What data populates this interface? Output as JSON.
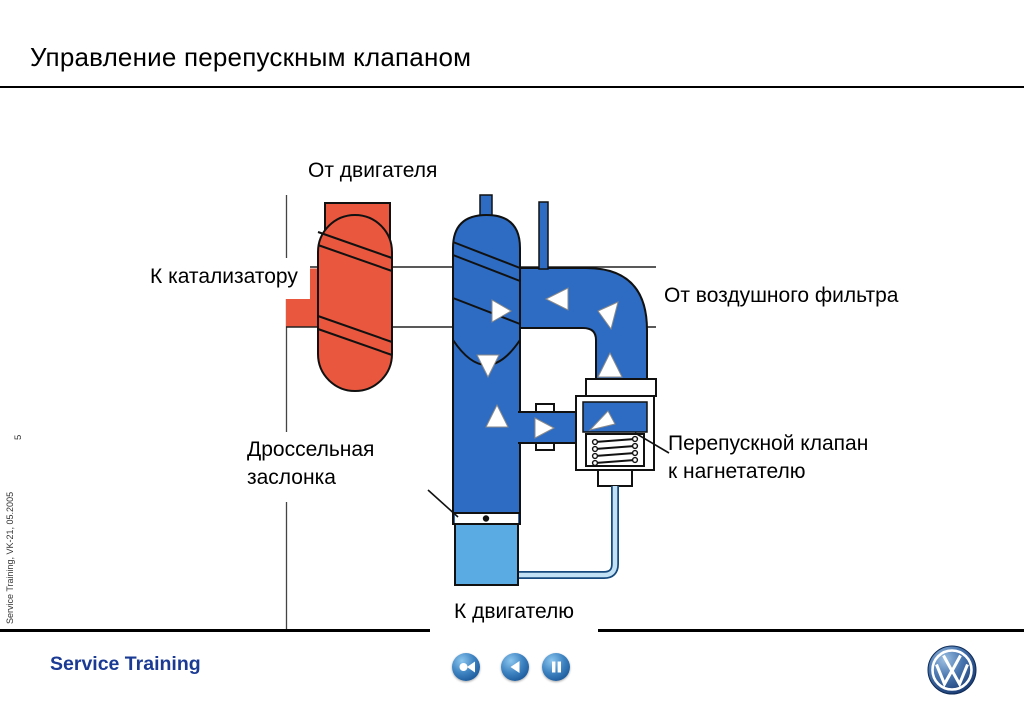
{
  "header": {
    "title": "Управление перепускным клапаном"
  },
  "sidebar": {
    "page_number": "5",
    "note": "Service Training, VK-21, 05.2005"
  },
  "diagram": {
    "labels": {
      "from_engine": "От двигателя",
      "to_catalyst": "К катализатору",
      "from_air_filter": "От воздушного фильтра",
      "throttle_line1": "Дроссельная",
      "throttle_line2": "заслонка",
      "bypass_valve_line1": "Перепускной клапан",
      "bypass_valve_line2": "к нагнетателю",
      "to_engine": "К двигателю"
    },
    "colors": {
      "exhaust_red": "#e8573e",
      "charge_air_blue": "#2d6cc2",
      "intake_light_blue": "#5aabe3",
      "control_line_blue": "#c3e1f4"
    }
  },
  "footer": {
    "brand": "Service Training",
    "brand_color": "#1a3a94",
    "nav_buttons": [
      {
        "name": "go-to-start"
      },
      {
        "name": "previous"
      },
      {
        "name": "pause"
      }
    ],
    "logo": "VW"
  }
}
